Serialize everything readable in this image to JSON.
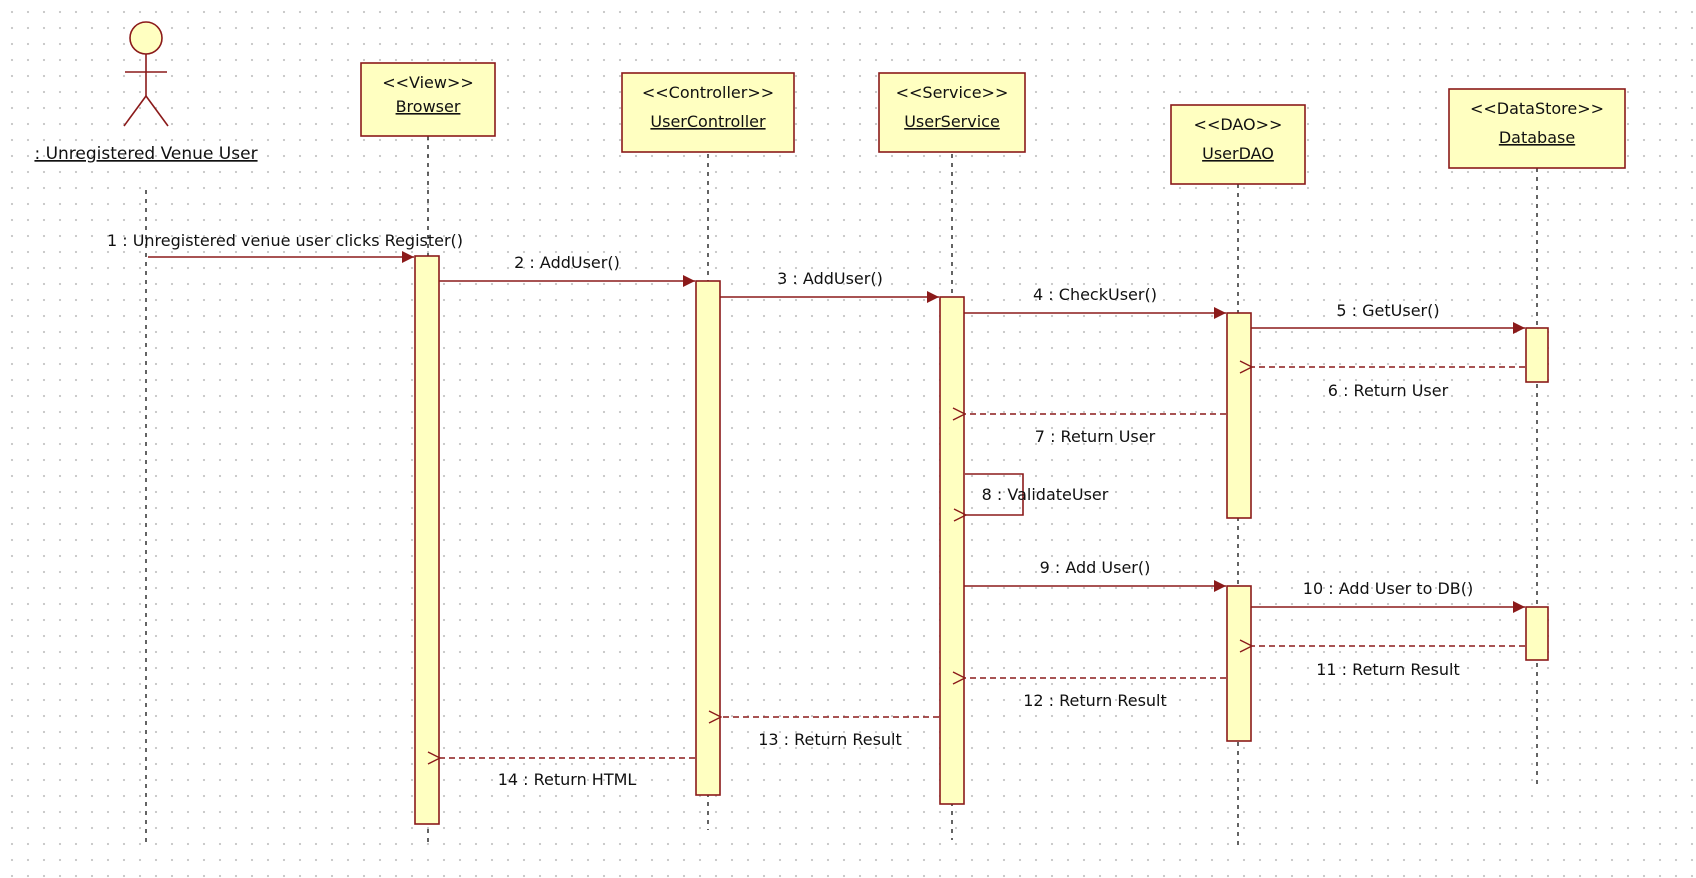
{
  "diagram": {
    "colors": {
      "line": "#8b1a1a",
      "box_fill": "#ffffc1",
      "box_border": "#8b1a1a",
      "lifeline": "#222222",
      "background_dots": "#c8c8c8"
    },
    "actor": {
      "label": ": Unregistered Venue User"
    },
    "lifelines": [
      {
        "stereotype": "<<View>>",
        "name": "Browser"
      },
      {
        "stereotype": "<<Controller>>",
        "name": "UserController"
      },
      {
        "stereotype": "<<Service>>",
        "name": "UserService"
      },
      {
        "stereotype": "<<DAO>>",
        "name": "UserDAO"
      },
      {
        "stereotype": "<<DataStore>>",
        "name": "Database"
      }
    ],
    "messages": [
      {
        "label": "1 : Unregistered venue user clicks Register()",
        "from": "actor",
        "to": "Browser",
        "kind": "sync"
      },
      {
        "label": "2 : AddUser()",
        "from": "Browser",
        "to": "UserController",
        "kind": "sync"
      },
      {
        "label": "3 : AddUser()",
        "from": "UserController",
        "to": "UserService",
        "kind": "sync"
      },
      {
        "label": "4 : CheckUser()",
        "from": "UserService",
        "to": "UserDAO",
        "kind": "sync"
      },
      {
        "label": "5 : GetUser()",
        "from": "UserDAO",
        "to": "Database",
        "kind": "sync"
      },
      {
        "label": "6 : Return User",
        "from": "Database",
        "to": "UserDAO",
        "kind": "return"
      },
      {
        "label": "7 : Return User",
        "from": "UserDAO",
        "to": "UserService",
        "kind": "return"
      },
      {
        "label": "8 : ValidateUser",
        "from": "UserService",
        "to": "UserService",
        "kind": "self"
      },
      {
        "label": "9 : Add User()",
        "from": "UserService",
        "to": "UserDAO",
        "kind": "sync"
      },
      {
        "label": "10 : Add User to DB()",
        "from": "UserDAO",
        "to": "Database",
        "kind": "sync"
      },
      {
        "label": "11 : Return Result",
        "from": "Database",
        "to": "UserDAO",
        "kind": "return"
      },
      {
        "label": "12 : Return Result",
        "from": "UserDAO",
        "to": "UserService",
        "kind": "return"
      },
      {
        "label": "13 : Return Result",
        "from": "UserService",
        "to": "UserController",
        "kind": "return"
      },
      {
        "label": "14 : Return HTML",
        "from": "UserController",
        "to": "Browser",
        "kind": "return"
      }
    ]
  }
}
